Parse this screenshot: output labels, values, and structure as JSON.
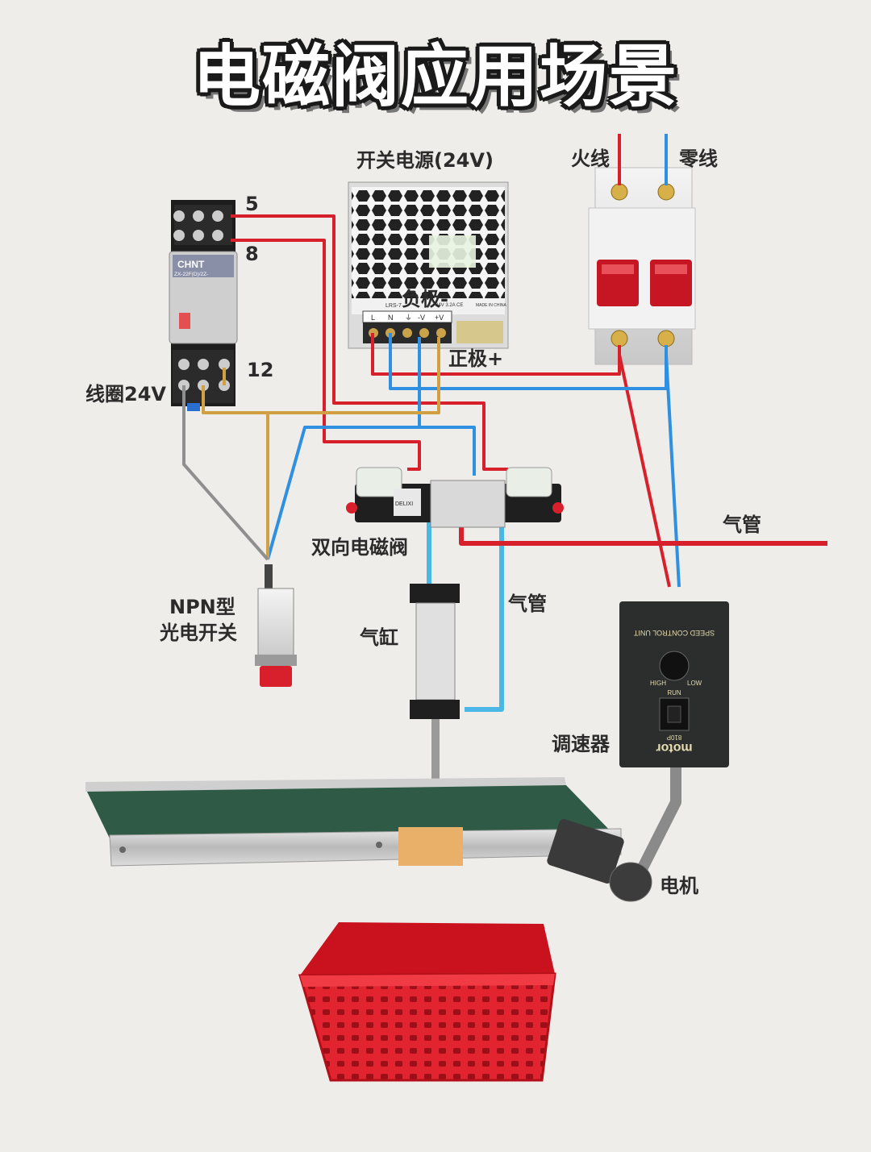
{
  "title": "电磁阀应用场景",
  "colors": {
    "live": "#d8202c",
    "neutral": "#2f8fe0",
    "signal": "#d0a043",
    "ground": "#8f8f8f",
    "air": "#4ab8e6",
    "belt": "#2f5a45",
    "crate": "#e22430",
    "box": "#e9b06a"
  },
  "labels": {
    "power_supply": "开关电源(24V)",
    "live_wire": "火线",
    "neutral_wire": "零线",
    "relay_pin_5": "5",
    "relay_pin_8": "8",
    "relay_pin_12": "12",
    "coil": "线圈24V",
    "negative": "负极-",
    "positive": "正极+",
    "valve": "双向电磁阀",
    "air_pipe_right": "气管",
    "air_pipe_mid": "气管",
    "cylinder": "气缸",
    "sensor_line1": "NPN型",
    "sensor_line2": "光电开关",
    "speed_controller": "调速器",
    "motor": "电机"
  },
  "device_text": {
    "relay_brand": "CHNT",
    "relay_model": "ZX-22F(D)/2Z-",
    "psu_model": "LRS-7",
    "psu_spec": "24V 3.2A  CE",
    "psu_made": "MADE IN CHINA",
    "psu_terminals": [
      "L",
      "N",
      "⏚",
      "-V",
      "+V"
    ],
    "valve_brand": "DELIXI",
    "speed_unit": "SPEED CONTROL UNIT",
    "speed_run": "RUN",
    "speed_high": "HIGH",
    "speed_low": "LOW",
    "speed_model": "810P",
    "speed_brand": "motor"
  }
}
